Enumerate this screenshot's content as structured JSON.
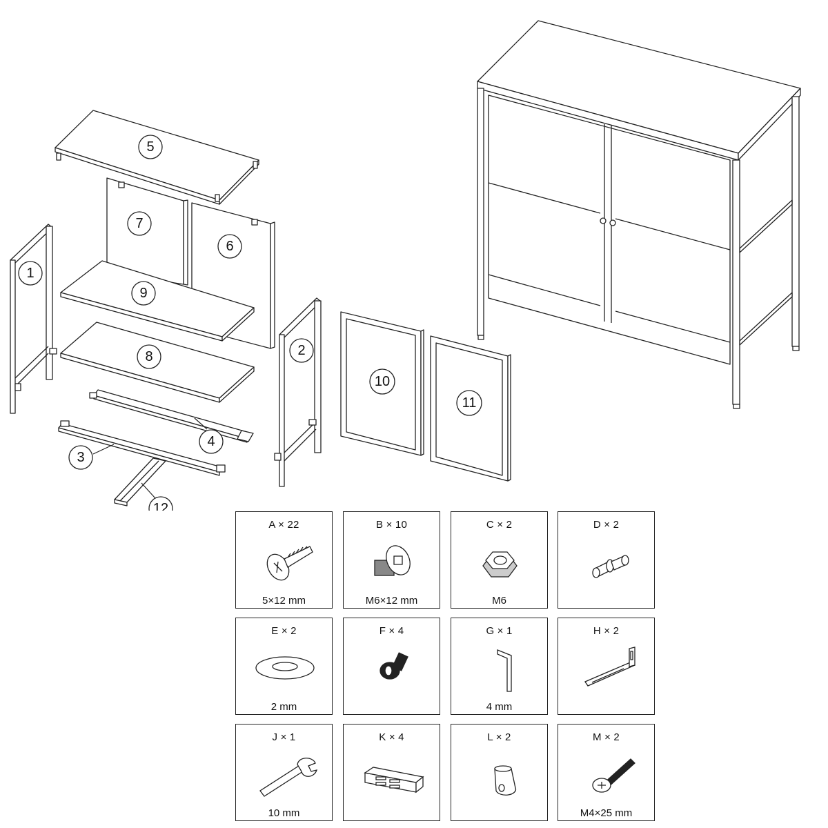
{
  "parts": {
    "p1": "1",
    "p2": "2",
    "p3": "3",
    "p4": "4",
    "p5": "5",
    "p6": "6",
    "p7": "7",
    "p8": "8",
    "p9": "9",
    "p10": "10",
    "p11": "11",
    "p12": "12"
  },
  "hardware": [
    {
      "label": "A × 22",
      "size": "5×12 mm",
      "icon": "tapping-screw-icon"
    },
    {
      "label": "B × 10",
      "size": "M6×12 mm",
      "icon": "bolt-icon"
    },
    {
      "label": "C × 2",
      "size": "M6",
      "icon": "hex-nut-icon"
    },
    {
      "label": "D × 2",
      "size": "",
      "icon": "shelf-pin-icon"
    },
    {
      "label": "E × 2",
      "size": "2 mm",
      "icon": "washer-icon"
    },
    {
      "label": "F × 4",
      "size": "",
      "icon": "leveling-foot-icon"
    },
    {
      "label": "G × 1",
      "size": "4 mm",
      "icon": "hex-key-icon"
    },
    {
      "label": "H × 2",
      "size": "",
      "icon": "l-bracket-icon"
    },
    {
      "label": "J × 1",
      "size": "10 mm",
      "icon": "wrench-icon"
    },
    {
      "label": "K × 4",
      "size": "",
      "icon": "magnet-catch-icon"
    },
    {
      "label": "L × 2",
      "size": "",
      "icon": "knob-icon"
    },
    {
      "label": "M × 2",
      "size": "M4×25 mm",
      "icon": "machine-screw-icon"
    }
  ]
}
